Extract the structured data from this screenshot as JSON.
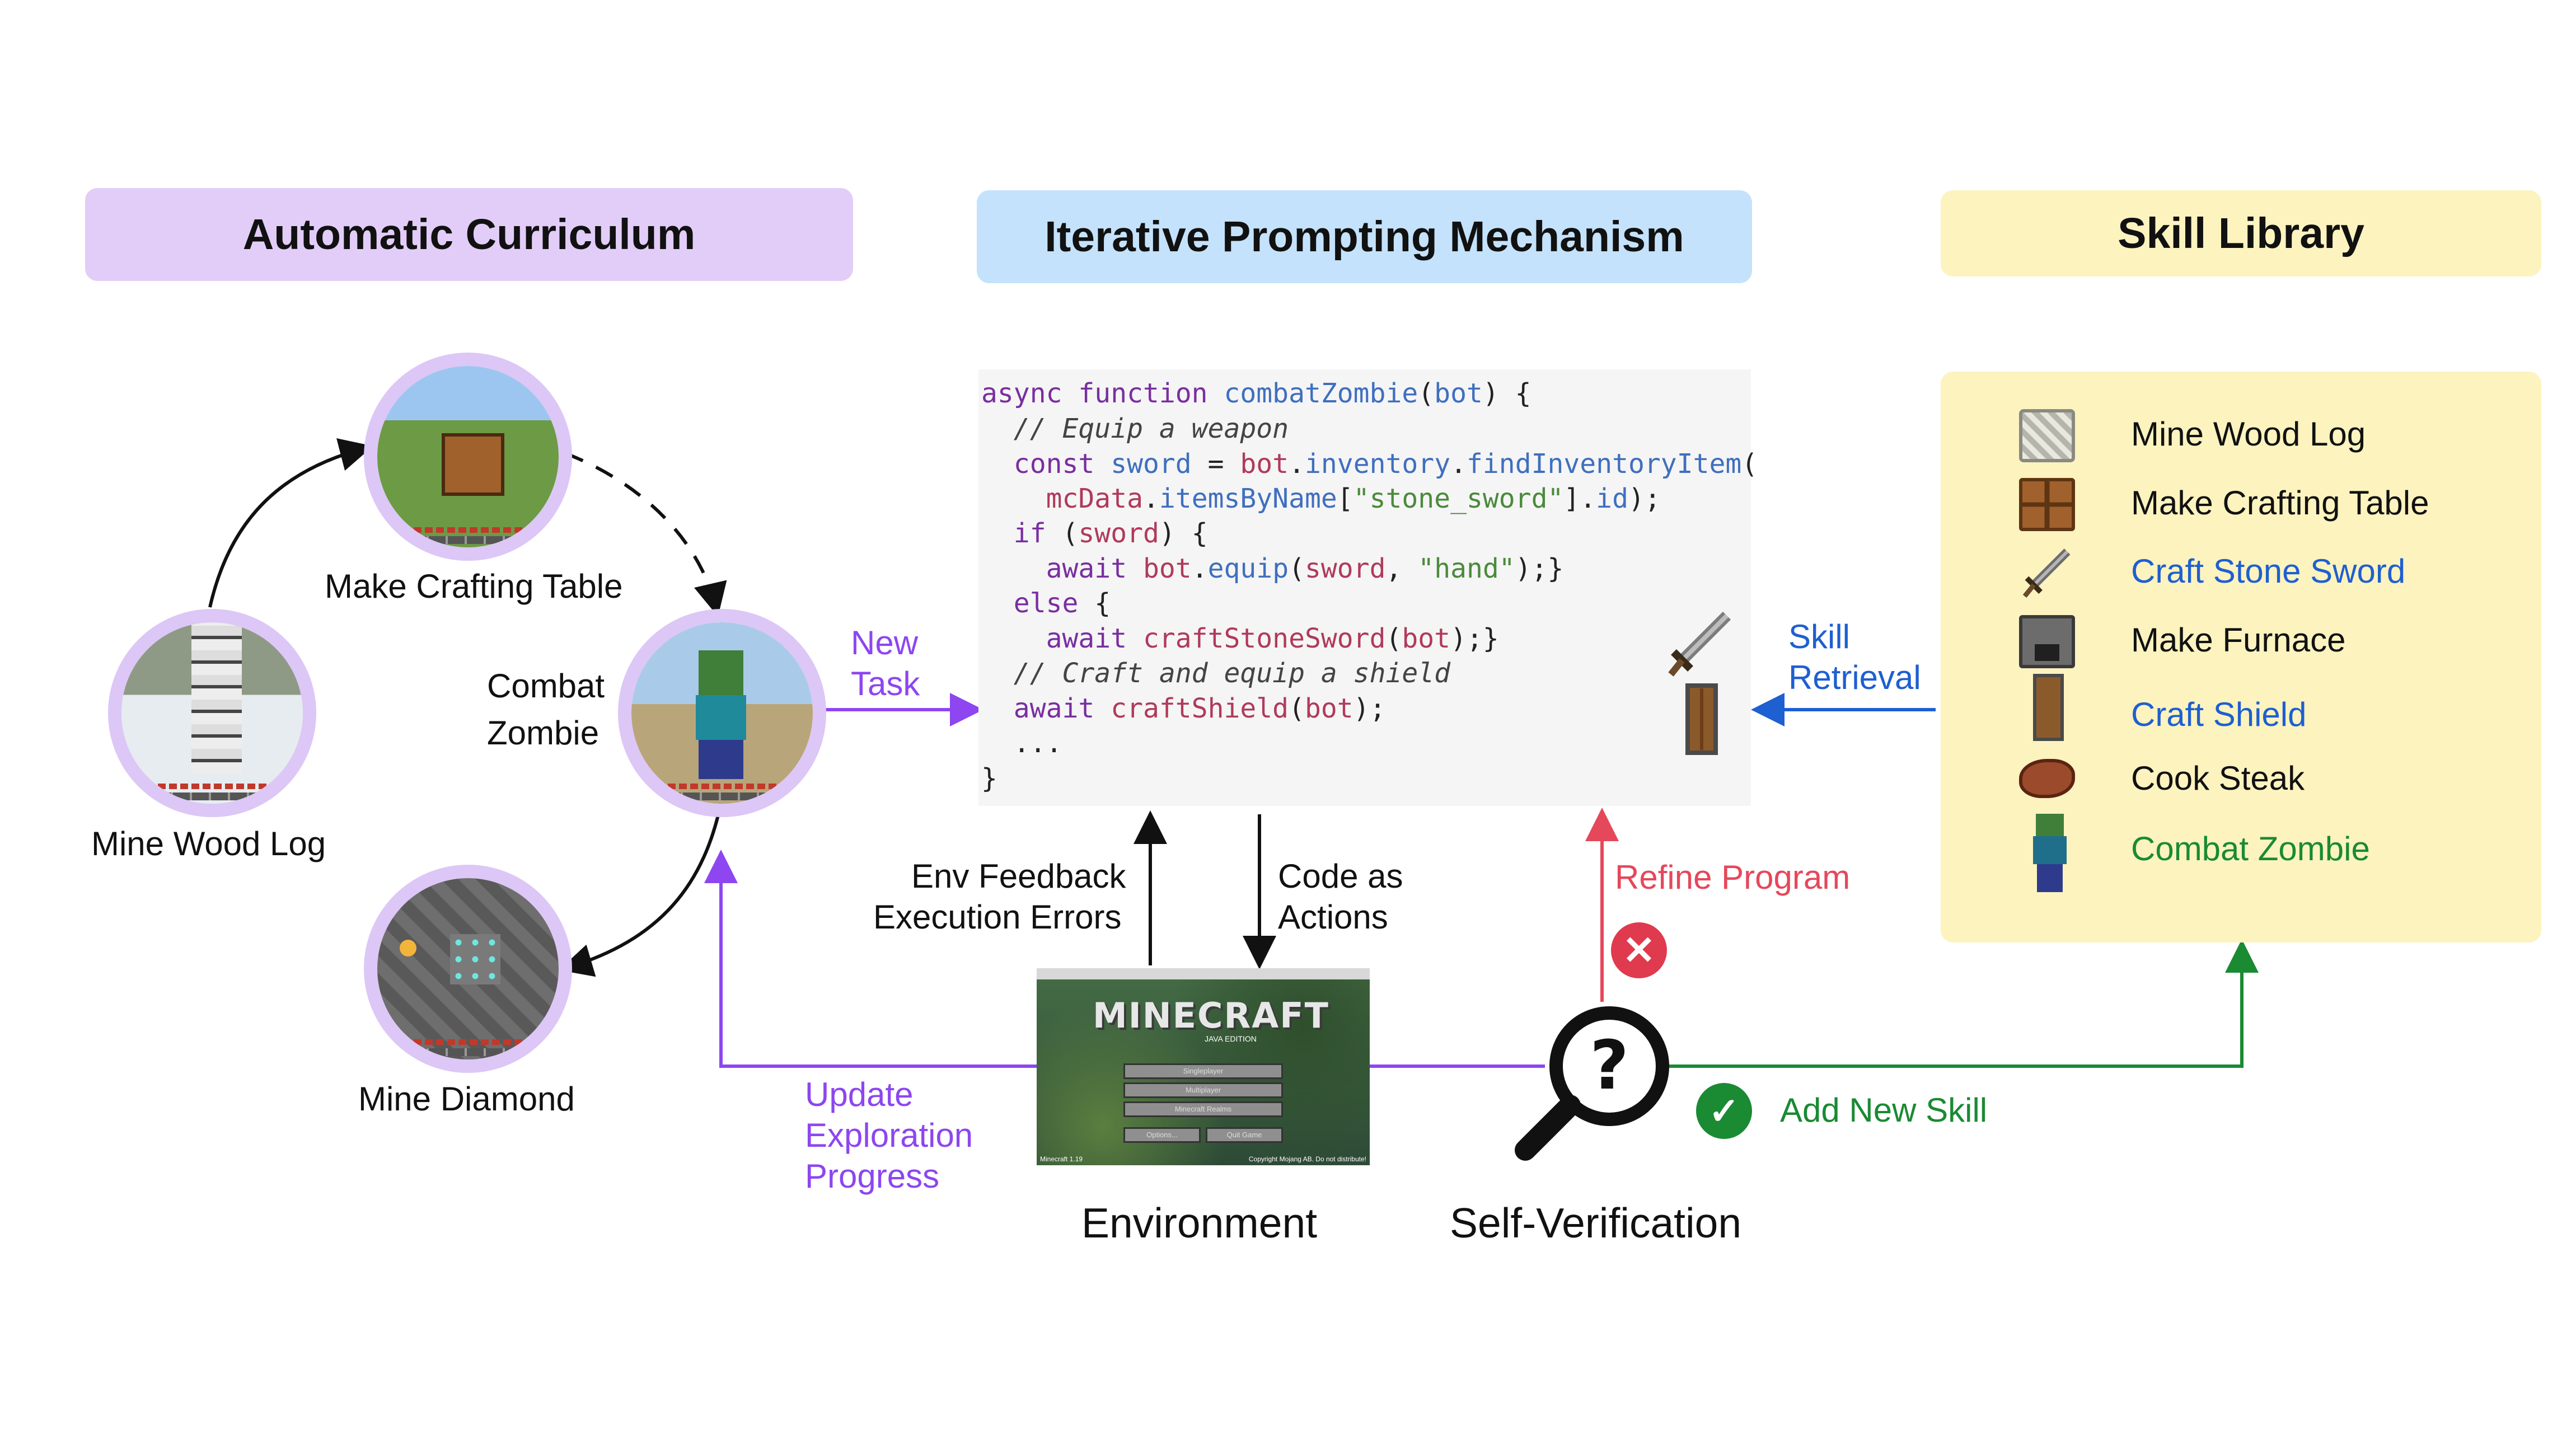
{
  "headers": {
    "curriculum": "Automatic Curriculum",
    "prompting": "Iterative Prompting Mechanism",
    "library": "Skill Library"
  },
  "curriculum": {
    "nodes": {
      "wood": "Mine Wood Log",
      "table": "Make Crafting Table",
      "zombie_line1": "Combat",
      "zombie_line2": "Zombie",
      "diamond": "Mine Diamond"
    },
    "new_task_line1": "New",
    "new_task_line2": "Task"
  },
  "code": {
    "lines": [
      [
        {
          "t": "async ",
          "c": "kw"
        },
        {
          "t": "function ",
          "c": "kw"
        },
        {
          "t": "combatZombie",
          "c": "fn"
        },
        {
          "t": "(",
          "c": ""
        },
        {
          "t": "bot",
          "c": "fn"
        },
        {
          "t": ") {",
          "c": ""
        }
      ],
      [
        {
          "t": "  // Equip a weapon",
          "c": "cm"
        }
      ],
      [
        {
          "t": "  const ",
          "c": "kw"
        },
        {
          "t": "sword",
          "c": "fn"
        },
        {
          "t": " = ",
          "c": ""
        },
        {
          "t": "bot",
          "c": "vr"
        },
        {
          "t": ".",
          "c": ""
        },
        {
          "t": "inventory",
          "c": "fn"
        },
        {
          "t": ".",
          "c": ""
        },
        {
          "t": "findInventoryItem",
          "c": "fn"
        },
        {
          "t": "(",
          "c": ""
        }
      ],
      [
        {
          "t": "    mcData",
          "c": "vr"
        },
        {
          "t": ".",
          "c": ""
        },
        {
          "t": "itemsByName",
          "c": "fn"
        },
        {
          "t": "[",
          "c": ""
        },
        {
          "t": "\"stone_sword\"",
          "c": "st"
        },
        {
          "t": "].",
          "c": ""
        },
        {
          "t": "id",
          "c": "fn"
        },
        {
          "t": ");",
          "c": ""
        }
      ],
      [
        {
          "t": "  if ",
          "c": "kw"
        },
        {
          "t": "(",
          "c": ""
        },
        {
          "t": "sword",
          "c": "vr"
        },
        {
          "t": ") {",
          "c": ""
        }
      ],
      [
        {
          "t": "    await ",
          "c": "kw"
        },
        {
          "t": "bot",
          "c": "vr"
        },
        {
          "t": ".",
          "c": ""
        },
        {
          "t": "equip",
          "c": "fn"
        },
        {
          "t": "(",
          "c": ""
        },
        {
          "t": "sword",
          "c": "vr"
        },
        {
          "t": ", ",
          "c": ""
        },
        {
          "t": "\"hand\"",
          "c": "st"
        },
        {
          "t": ");}",
          "c": ""
        }
      ],
      [
        {
          "t": "  else ",
          "c": "kw"
        },
        {
          "t": "{",
          "c": ""
        }
      ],
      [
        {
          "t": "    await ",
          "c": "kw"
        },
        {
          "t": "craftStoneSword",
          "c": "vr"
        },
        {
          "t": "(",
          "c": ""
        },
        {
          "t": "bot",
          "c": "vr"
        },
        {
          "t": ");}",
          "c": ""
        }
      ],
      [
        {
          "t": "  // Craft and equip a shield",
          "c": "cm"
        }
      ],
      [
        {
          "t": "  await ",
          "c": "kw"
        },
        {
          "t": "craftShield",
          "c": "vr"
        },
        {
          "t": "(",
          "c": ""
        },
        {
          "t": "bot",
          "c": "vr"
        },
        {
          "t": ");",
          "c": ""
        }
      ],
      [
        {
          "t": "  ...",
          "c": ""
        }
      ],
      [
        {
          "t": "}",
          "c": ""
        }
      ]
    ]
  },
  "retrieval": {
    "line1": "Skill",
    "line2": "Retrieval"
  },
  "library": {
    "skills": [
      {
        "label": "Mine Wood  Log",
        "icon": "wood-log-icon",
        "color": "#111111"
      },
      {
        "label": "Make Crafting Table",
        "icon": "crafting-table-icon",
        "color": "#111111"
      },
      {
        "label": "Craft Stone Sword",
        "icon": "stone-sword-icon",
        "color": "#1e5fd1"
      },
      {
        "label": "Make Furnace",
        "icon": "furnace-icon",
        "color": "#111111"
      },
      {
        "label": "Craft Shield",
        "icon": "shield-icon",
        "color": "#1e5fd1"
      },
      {
        "label": "Cook Steak",
        "icon": "steak-icon",
        "color": "#111111"
      },
      {
        "label": "Combat Zombie",
        "icon": "zombie-icon",
        "color": "#1a8a33"
      }
    ]
  },
  "flows": {
    "env_feedback_line1": "Env Feedback",
    "env_feedback_line2": "Execution Errors",
    "code_actions_line1": "Code as",
    "code_actions_line2": "Actions",
    "refine": "Refine Program",
    "update_line1": "Update",
    "update_line2": "Exploration",
    "update_line3": "Progress",
    "add_skill": "Add New Skill"
  },
  "bottom": {
    "environment": "Environment",
    "self_verification": "Self-Verification"
  },
  "env_window": {
    "logo": "MINECRAFT",
    "edition": "JAVA EDITION",
    "buttons": [
      "Singleplayer",
      "Multiplayer",
      "Minecraft Realms"
    ],
    "options": "Options...",
    "quit": "Quit Game",
    "version": "Minecraft 1.19",
    "copyright": "Copyright Mojang AB. Do not distribute!"
  },
  "colors": {
    "curriculum": "#e2cdf8",
    "prompting": "#c4e2fb",
    "library": "#fcf3bf",
    "purple": "#8d46f0",
    "red": "#e5485b",
    "blue": "#1e5fd1",
    "green": "#1a8a33"
  }
}
